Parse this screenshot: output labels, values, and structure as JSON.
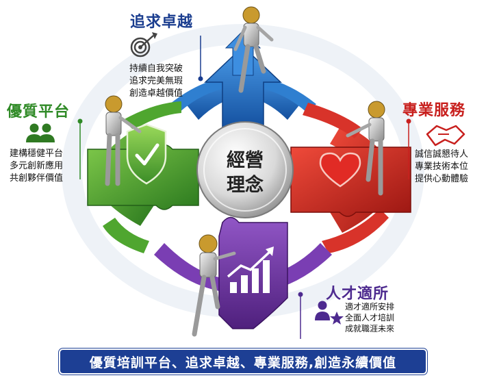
{
  "center": {
    "line1": "經營",
    "line2": "理念"
  },
  "top": {
    "heading": "追求卓越",
    "lines": [
      "持續自我突破",
      "追求完美無瑕",
      "創造卓越價值"
    ],
    "icon": "target-arrow-icon",
    "color": "#1f6fc4"
  },
  "left": {
    "heading": "優質平台",
    "lines": [
      "建構穩健平台",
      "多元創新應用",
      "共創夥伴價值"
    ],
    "icon": "people-icon",
    "color": "#3d9a2e"
  },
  "right": {
    "heading": "專業服務",
    "lines": [
      "誠信誠懇待人",
      "專業技術本位",
      "提供心動體驗"
    ],
    "icon": "handshake-icon",
    "color": "#c7221f"
  },
  "bottom": {
    "heading": "人才適所",
    "lines": [
      "適才適所安排",
      "全面人才培訓",
      "成就職涯未來"
    ],
    "icon": "person-star-icon",
    "color": "#6a2f9c"
  },
  "banner": "優質培訓平台、追求卓越、專業服務,創造永續價值"
}
